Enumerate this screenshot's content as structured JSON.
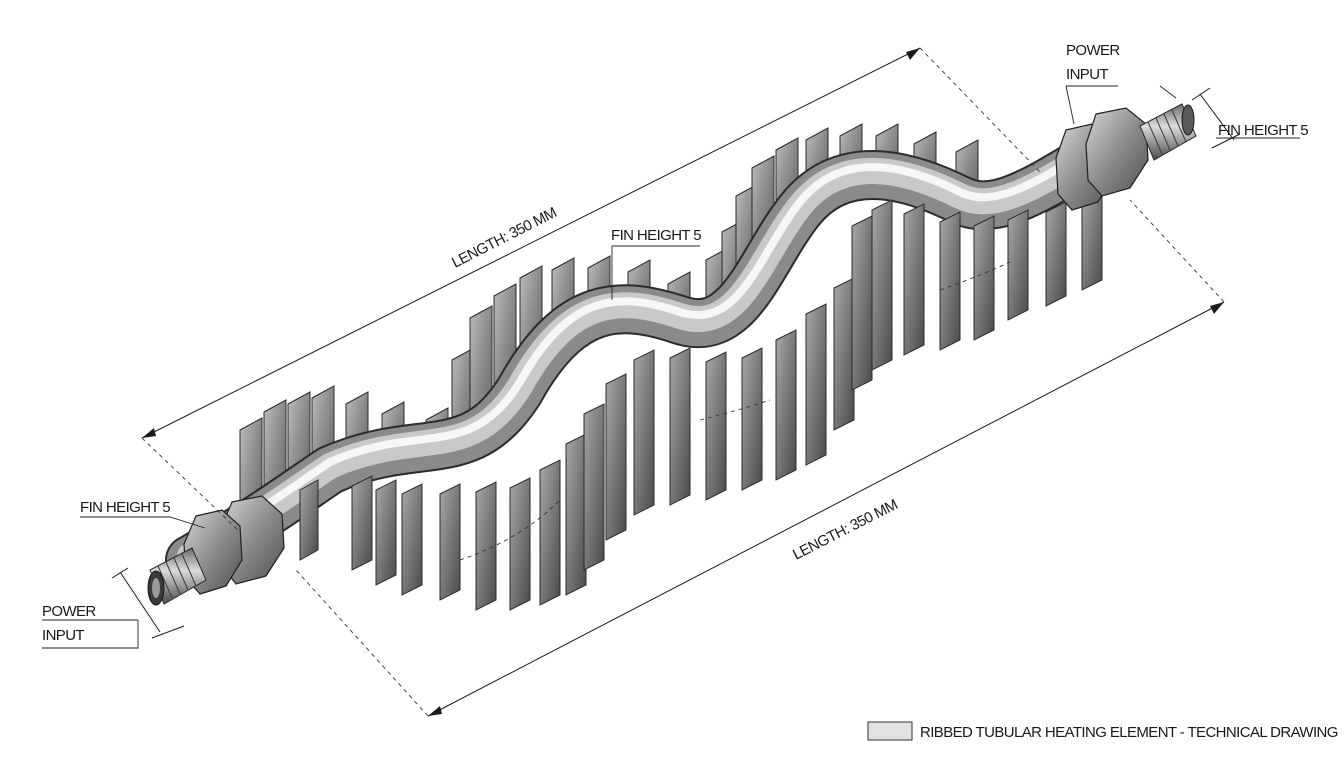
{
  "labels": {
    "length_top": "LENGTH: 350 MM",
    "length_bottom": "LENGTH: 350 MM",
    "fin_height_center": "FIN HEIGHT 5",
    "fin_height_left": "FIN HEIGHT 5",
    "fin_height_right": "FIN HEIGHT 5",
    "power_input_left_line1": "POWER",
    "power_input_left_line2": "INPUT",
    "power_input_right_line1": "POWER",
    "power_input_right_line2": "INPUT"
  },
  "caption": "RIBBED TUBULAR HEATING ELEMENT - TECHNICAL DRAWING",
  "colors": {
    "line": "#1a1a1a",
    "metal_light": "#e8e8e8",
    "metal_dark": "#6e6e6e"
  }
}
